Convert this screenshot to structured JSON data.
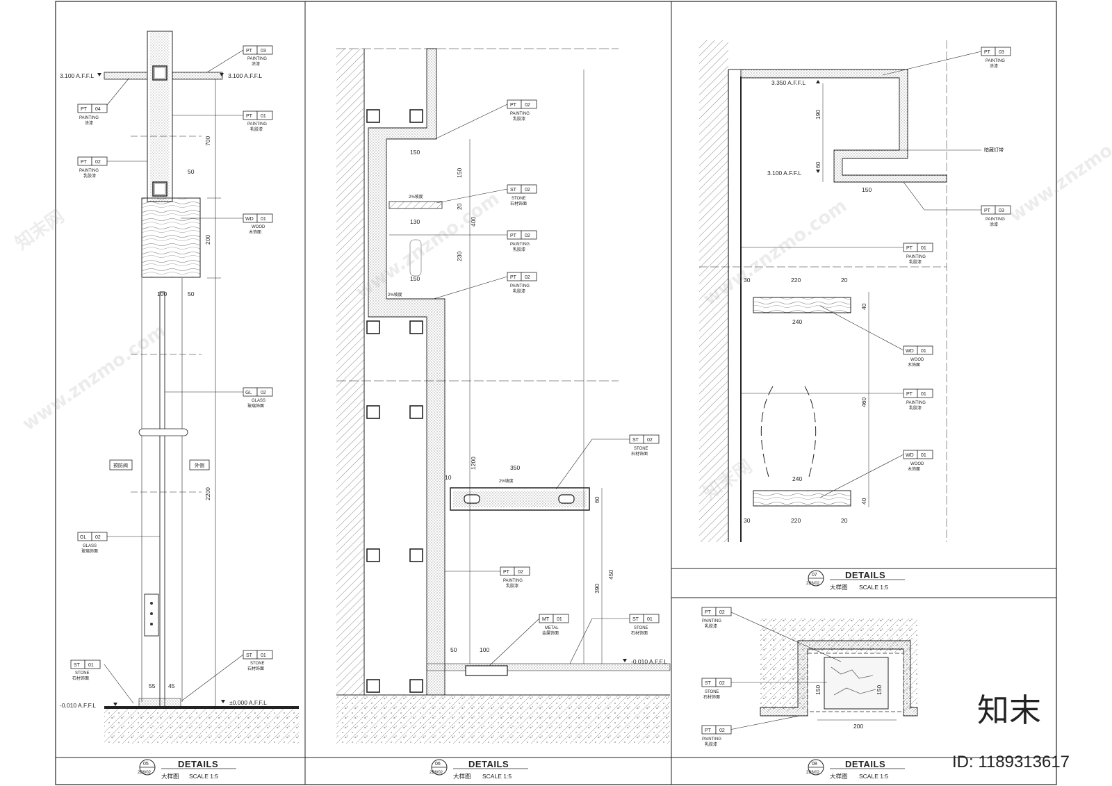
{
  "panels": {
    "p05": {
      "title": "DETAILS",
      "number": "05",
      "ref": "2B6/02",
      "subtitle": "大样图",
      "scale": "SCALE  1:5",
      "levels": [
        "3.100  A.F.F.L",
        "3.100  A.F.F.L",
        "-0.010  A.F.F.L",
        "±0.000  A.F.F.L"
      ],
      "dims": [
        "700",
        "50",
        "200",
        "100",
        "50",
        "2200",
        "55",
        "45"
      ],
      "labels": [
        "预防阀",
        "外侧"
      ],
      "tags": [
        {
          "code": "PT",
          "num": "03",
          "line1": "PAINTING",
          "line2": "涂漆"
        },
        {
          "code": "PT",
          "num": "04",
          "line1": "PAINTING",
          "line2": "涂漆"
        },
        {
          "code": "PT",
          "num": "01",
          "line1": "PAINTING",
          "line2": "乳胶漆"
        },
        {
          "code": "PT",
          "num": "02",
          "line1": "PAINTING",
          "line2": "乳胶漆"
        },
        {
          "code": "WD",
          "num": "01",
          "line1": "WOOD",
          "line2": "木饰面"
        },
        {
          "code": "GL",
          "num": "02",
          "line1": "GLASS",
          "line2": "玻璃饰面"
        },
        {
          "code": "GL",
          "num": "02",
          "line1": "GLASS",
          "line2": "玻璃饰面"
        },
        {
          "code": "ST",
          "num": "01",
          "line1": "STONE",
          "line2": "石材饰面"
        },
        {
          "code": "ST",
          "num": "01",
          "line1": "STONE",
          "line2": "石材饰面"
        }
      ]
    },
    "p06": {
      "title": "DETAILS",
      "number": "06",
      "ref": "2B6/02",
      "subtitle": "大样图",
      "scale": "SCALE  1:5",
      "levels": [
        "-0.010  A.F.F.L"
      ],
      "dims": [
        "150",
        "150",
        "20",
        "130",
        "400",
        "230",
        "150",
        "1200",
        "350",
        "60",
        "450",
        "390",
        "50",
        "100",
        "10"
      ],
      "slopes": [
        "2%坡度",
        "2%坡度",
        "2%坡度"
      ],
      "tags": [
        {
          "code": "PT",
          "num": "02",
          "line1": "PAINTING",
          "line2": "乳胶漆"
        },
        {
          "code": "ST",
          "num": "02",
          "line1": "STONE",
          "line2": "石材饰面"
        },
        {
          "code": "PT",
          "num": "02",
          "line1": "PAINTING",
          "line2": "乳胶漆"
        },
        {
          "code": "PT",
          "num": "02",
          "line1": "PAINTING",
          "line2": "乳胶漆"
        },
        {
          "code": "ST",
          "num": "02",
          "line1": "STONE",
          "line2": "石材饰面"
        },
        {
          "code": "PT",
          "num": "02",
          "line1": "PAINTING",
          "line2": "乳胶漆"
        },
        {
          "code": "MT",
          "num": "01",
          "line1": "METAL",
          "line2": "金属饰面"
        },
        {
          "code": "ST",
          "num": "01",
          "line1": "STONE",
          "line2": "石材饰面"
        }
      ]
    },
    "p07": {
      "title": "DETAILS",
      "number": "07",
      "ref": "2B6/02",
      "subtitle": "大样图",
      "scale": "SCALE  1:5",
      "levels": [
        "3.350  A.F.F.L",
        "3.100  A.F.F.L"
      ],
      "dims": [
        "190",
        "60",
        "150",
        "30",
        "220",
        "20",
        "40",
        "240",
        "460",
        "240",
        "40",
        "30",
        "220",
        "20"
      ],
      "labels": [
        "暗藏灯带"
      ],
      "tags": [
        {
          "code": "PT",
          "num": "03",
          "line1": "PAINTING",
          "line2": "涂漆"
        },
        {
          "code": "PT",
          "num": "03",
          "line1": "PAINTING",
          "line2": "涂漆"
        },
        {
          "code": "PT",
          "num": "01",
          "line1": "PAINTING",
          "line2": "乳胶漆"
        },
        {
          "code": "WD",
          "num": "01",
          "line1": "WOOD",
          "line2": "木饰面"
        },
        {
          "code": "PT",
          "num": "01",
          "line1": "PAINTING",
          "line2": "乳胶漆"
        },
        {
          "code": "WD",
          "num": "01",
          "line1": "WOOD",
          "line2": "木饰面"
        }
      ]
    },
    "p08": {
      "title": "DETAILS",
      "number": "08",
      "ref": "2B6/02",
      "subtitle": "大样图",
      "scale": "SCALE  1:5",
      "dims": [
        "200",
        "150",
        "150"
      ],
      "tags": [
        {
          "code": "PT",
          "num": "02",
          "line1": "PAINTING",
          "line2": "乳胶漆"
        },
        {
          "code": "ST",
          "num": "02",
          "line1": "STONE",
          "line2": "石材饰面"
        },
        {
          "code": "PT",
          "num": "02",
          "line1": "PAINTING",
          "line2": "乳胶漆"
        }
      ]
    }
  },
  "watermark": {
    "site": "www.znzmo.com",
    "brand": "知末网",
    "logo": "知末",
    "id": "ID: 1189313617"
  }
}
